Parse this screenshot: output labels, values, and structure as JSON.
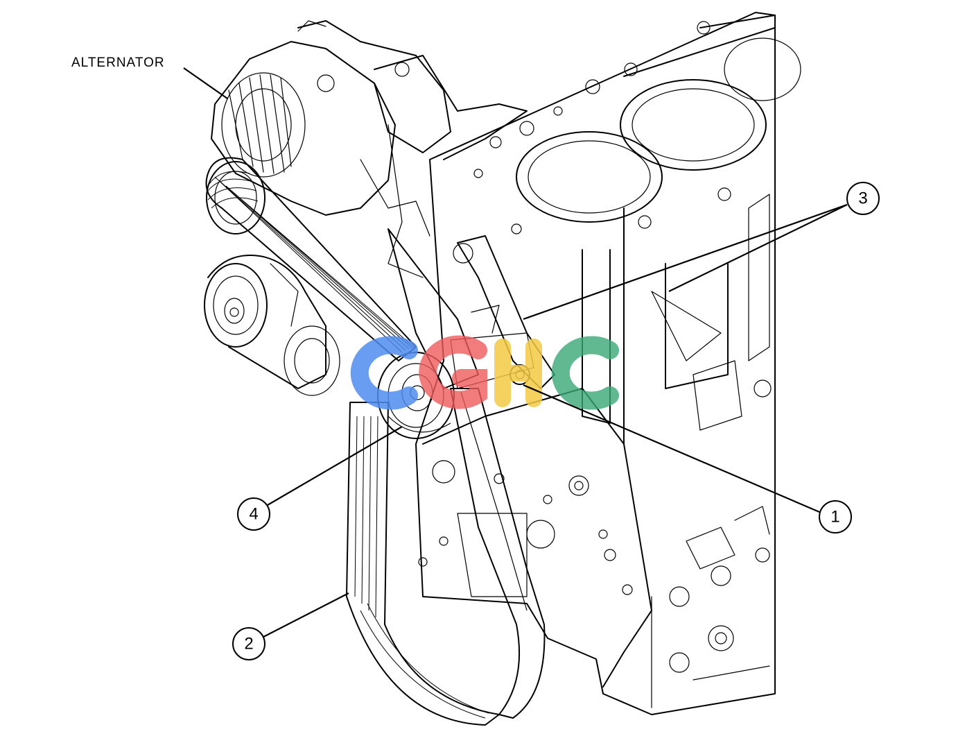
{
  "diagram": {
    "label_alternator": "ALTERNATOR",
    "callouts": [
      {
        "id": "1",
        "text": "1"
      },
      {
        "id": "2",
        "text": "2"
      },
      {
        "id": "3",
        "text": "3"
      },
      {
        "id": "4",
        "text": "4"
      }
    ],
    "watermark": {
      "letters": "CGHC",
      "colors": [
        "#4f8cf0",
        "#ef5a5a",
        "#f3c944",
        "#3aa876"
      ]
    }
  }
}
